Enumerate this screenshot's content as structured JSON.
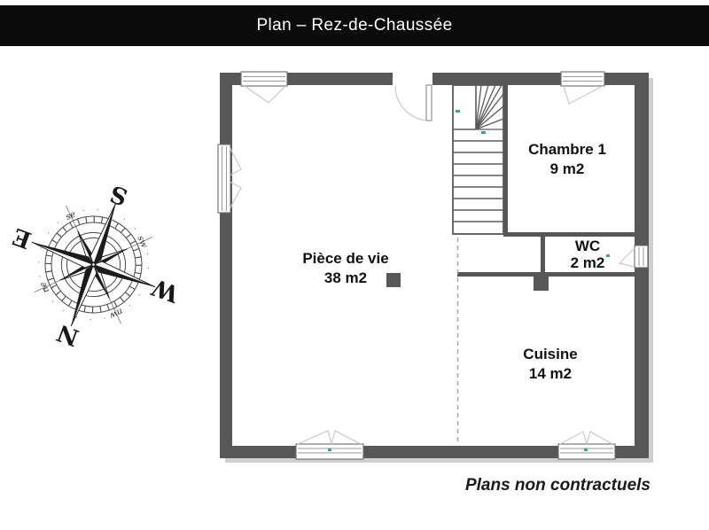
{
  "header": {
    "title": "Plan – Rez-de-Chaussée"
  },
  "rooms": [
    {
      "name": "Pièce de vie",
      "area": "38 m2"
    },
    {
      "name": "Chambre 1",
      "area": "9 m2"
    },
    {
      "name": "WC",
      "area": "2 m2"
    },
    {
      "name": "Cuisine",
      "area": "14 m2"
    }
  ],
  "footer": {
    "disclaimer": "Plans non contractuels"
  },
  "compass": {
    "icon": "compass-rose-icon",
    "cardinal": {
      "n": "N",
      "s": "S",
      "e": "E",
      "w": "W"
    },
    "intercardinal": {
      "ne": "ne",
      "se": "se",
      "sw": "sw",
      "nw": "nw"
    }
  },
  "colors": {
    "wall": "#575757",
    "header_bg": "#0b0b0b",
    "accent_teal": "#3fa39a",
    "swing_gray": "#c9c9c9"
  }
}
